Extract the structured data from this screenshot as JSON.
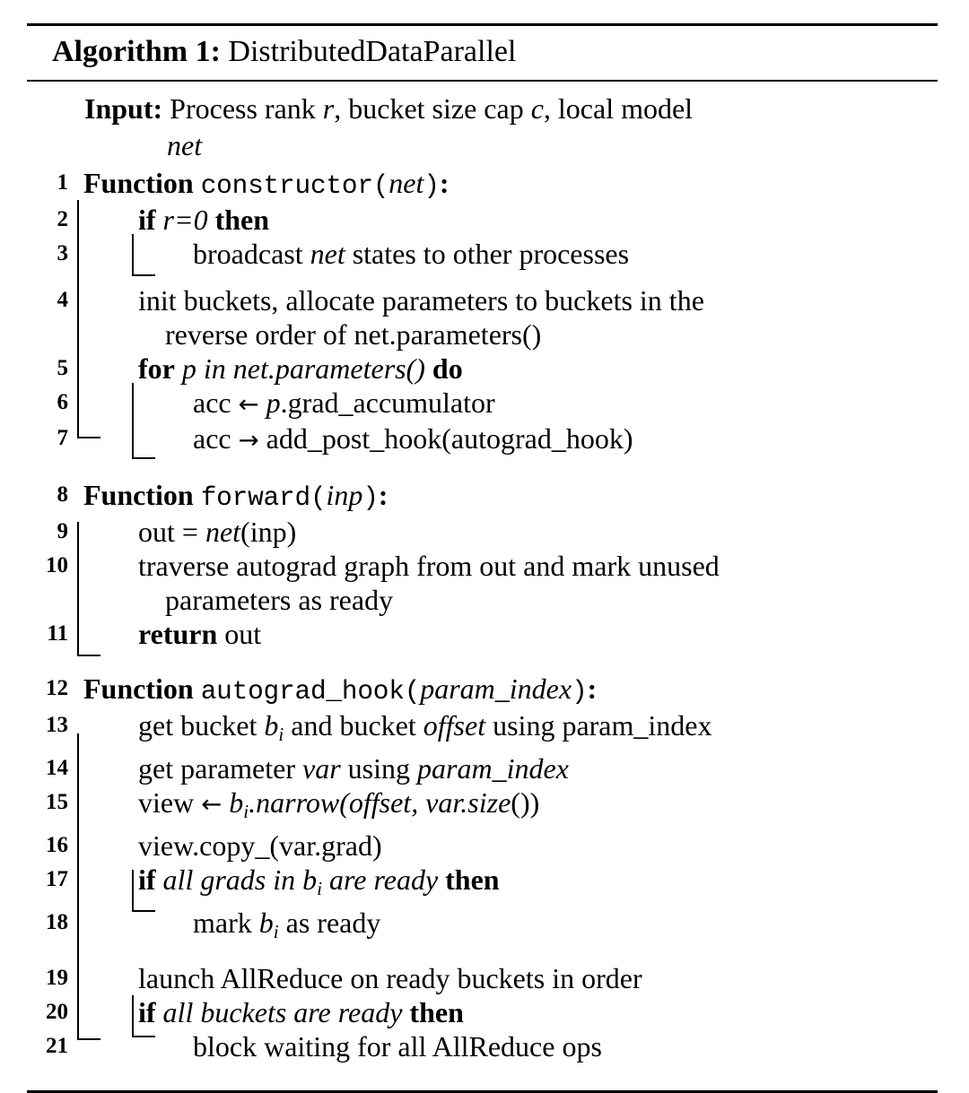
{
  "caption": {
    "label": "Algorithm 1:",
    "name": "DistributedDataParallel"
  },
  "input": {
    "label": "Input:",
    "text_before_r": "Process rank ",
    "var_r": "r",
    "text_mid": ", bucket size cap ",
    "var_c": "c",
    "text_after": ", local model",
    "continuation": "net"
  },
  "lines": [
    {
      "n": "1",
      "kind": "function",
      "name": "constructor",
      "arg": "net",
      "keyword": "Function"
    },
    {
      "n": "2",
      "kind": "if",
      "keyword": "if",
      "cond": "r=0",
      "then": "then"
    },
    {
      "n": "3",
      "kind": "stmt",
      "pre": "broadcast ",
      "em": "net",
      "post": " states to other processes"
    },
    {
      "n": "4",
      "kind": "stmt2",
      "first": "init buckets, allocate parameters to buckets in the",
      "second": "reverse order of net.parameters()"
    },
    {
      "n": "5",
      "kind": "for",
      "keyword": "for",
      "cond": "p in net.parameters()",
      "do": "do"
    },
    {
      "n": "6",
      "kind": "assign",
      "lhs": "acc",
      "arrow": "←",
      "rhs_em": "p",
      "rhs": ".grad_accumulator"
    },
    {
      "n": "7",
      "kind": "assign",
      "lhs": "acc",
      "arrow": "→",
      "rhs_em": "",
      "rhs": "add_post_hook(autograd_hook)"
    },
    {
      "n": "8",
      "kind": "function",
      "name": "forward",
      "arg": "inp",
      "keyword": "Function"
    },
    {
      "n": "9",
      "kind": "eq",
      "lhs": "out = ",
      "em": "net",
      "post": "(inp)"
    },
    {
      "n": "10",
      "kind": "stmt2",
      "first": "traverse autograd graph from out and mark unused",
      "second": "parameters as ready"
    },
    {
      "n": "11",
      "kind": "return",
      "keyword": "return",
      "value": "out"
    },
    {
      "n": "12",
      "kind": "function",
      "name": "autograd_hook",
      "arg": "param_index",
      "keyword": "Function"
    },
    {
      "n": "13",
      "kind": "sub_line",
      "a": "get bucket ",
      "b": "b",
      "bsub": "i",
      "c": " and bucket ",
      "d_em": "offset",
      "e": " using param_index"
    },
    {
      "n": "14",
      "kind": "plain_em",
      "a": "get parameter ",
      "b_em": "var",
      "c": " using ",
      "d_em": "param_index"
    },
    {
      "n": "15",
      "kind": "view",
      "lhs": "view ",
      "arrow": "←",
      "b": "b",
      "bsub": "i",
      "rest_em": ".narrow(",
      "off_em": "offset",
      "comma": ", ",
      "sz_em": "var.size",
      "tail": "())"
    },
    {
      "n": "16",
      "kind": "simple",
      "text": "view.copy_(var.grad)"
    },
    {
      "n": "17",
      "kind": "if_sub",
      "keyword": "if",
      "cond_a": "all grads in ",
      "b": "b",
      "bsub": "i",
      "cond_b": " are ready",
      "then": "then"
    },
    {
      "n": "18",
      "kind": "mark",
      "a": "mark ",
      "b": "b",
      "bsub": "i",
      "c": " as ready"
    },
    {
      "n": "19",
      "kind": "simple",
      "text": "launch AllReduce on ready buckets in order"
    },
    {
      "n": "20",
      "kind": "if",
      "keyword": "if",
      "cond": "all buckets are ready",
      "then": "then"
    },
    {
      "n": "21",
      "kind": "simple",
      "text": "block waiting for all AllReduce ops"
    }
  ]
}
